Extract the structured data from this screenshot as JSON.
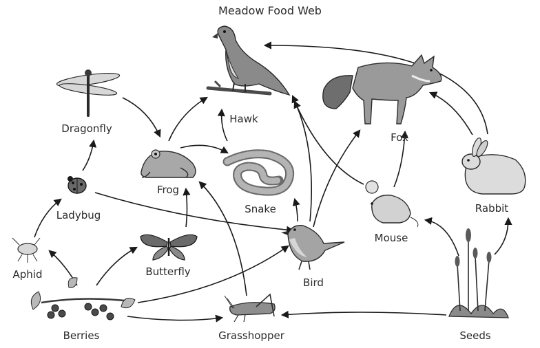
{
  "title": "Meadow Food Web",
  "organisms": {
    "hawk": "Hawk",
    "fox": "Fox",
    "dragonfly": "Dragonfly",
    "frog": "Frog",
    "snake": "Snake",
    "ladybug": "Ladybug",
    "rabbit": "Rabbit",
    "mouse": "Mouse",
    "butterfly": "Butterfly",
    "aphid": "Aphid",
    "bird": "Bird",
    "berries": "Berries",
    "grasshopper": "Grasshopper",
    "seeds": "Seeds"
  },
  "links": [
    {
      "from": "dragonfly",
      "to": "frog"
    },
    {
      "from": "ladybug",
      "to": "dragonfly"
    },
    {
      "from": "ladybug",
      "to": "bird"
    },
    {
      "from": "aphid",
      "to": "ladybug"
    },
    {
      "from": "berries",
      "to": "aphid"
    },
    {
      "from": "berries",
      "to": "butterfly"
    },
    {
      "from": "berries",
      "to": "bird"
    },
    {
      "from": "berries",
      "to": "grasshopper"
    },
    {
      "from": "butterfly",
      "to": "frog"
    },
    {
      "from": "grasshopper",
      "to": "frog"
    },
    {
      "from": "frog",
      "to": "hawk"
    },
    {
      "from": "frog",
      "to": "snake"
    },
    {
      "from": "snake",
      "to": "hawk"
    },
    {
      "from": "bird",
      "to": "snake"
    },
    {
      "from": "bird",
      "to": "hawk"
    },
    {
      "from": "bird",
      "to": "fox"
    },
    {
      "from": "mouse",
      "to": "hawk"
    },
    {
      "from": "mouse",
      "to": "fox"
    },
    {
      "from": "rabbit",
      "to": "fox"
    },
    {
      "from": "rabbit",
      "to": "hawk"
    },
    {
      "from": "seeds",
      "to": "grasshopper"
    },
    {
      "from": "seeds",
      "to": "mouse"
    },
    {
      "from": "seeds",
      "to": "rabbit"
    }
  ]
}
